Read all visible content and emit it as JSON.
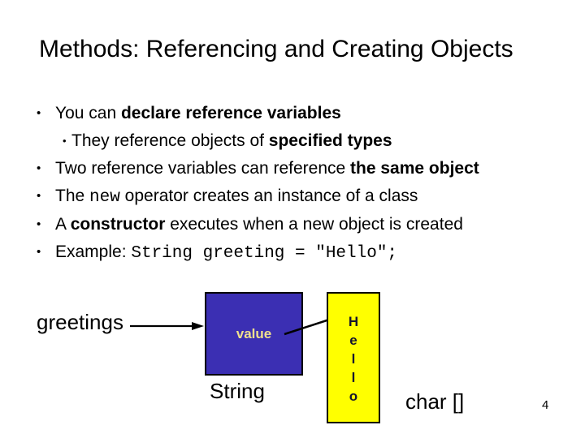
{
  "title": "Methods: Referencing and Creating Objects",
  "bullet_glyph": "•",
  "bullets": [
    {
      "level": 1,
      "segments": [
        {
          "text": "You can ",
          "style": "regular"
        },
        {
          "text": "declare reference variables",
          "style": "bold"
        }
      ]
    },
    {
      "level": 2,
      "segments": [
        {
          "text": "They reference objects of ",
          "style": "regular"
        },
        {
          "text": "specified types",
          "style": "bold"
        }
      ]
    },
    {
      "level": 1,
      "segments": [
        {
          "text": "Two reference variables can reference ",
          "style": "regular"
        },
        {
          "text": "the same object",
          "style": "bold"
        }
      ]
    },
    {
      "level": 1,
      "segments": [
        {
          "text": "The ",
          "style": "regular"
        },
        {
          "text": "new",
          "style": "mono"
        },
        {
          "text": " operator creates an instance of a class",
          "style": "regular"
        }
      ]
    },
    {
      "level": 1,
      "segments": [
        {
          "text": "A ",
          "style": "regular"
        },
        {
          "text": "constructor",
          "style": "bold"
        },
        {
          "text": " executes when a new object is created",
          "style": "regular"
        }
      ]
    },
    {
      "level": 1,
      "segments": [
        {
          "text": "Example: ",
          "style": "regular"
        },
        {
          "text": "String greeting = \"Hello\";",
          "style": "mono"
        }
      ]
    }
  ],
  "diagram": {
    "reference_label": "greetings",
    "object_box": {
      "field_label": "value",
      "type_label": "String",
      "fill_color": "#3b2fb3",
      "label_color": "#f0e08e"
    },
    "array_box": {
      "characters": [
        "H",
        "e",
        "l",
        "l",
        "o"
      ],
      "type_label": "char []",
      "fill_color": "#ffff00",
      "char_color": "#15152e"
    }
  },
  "page_number": "4"
}
